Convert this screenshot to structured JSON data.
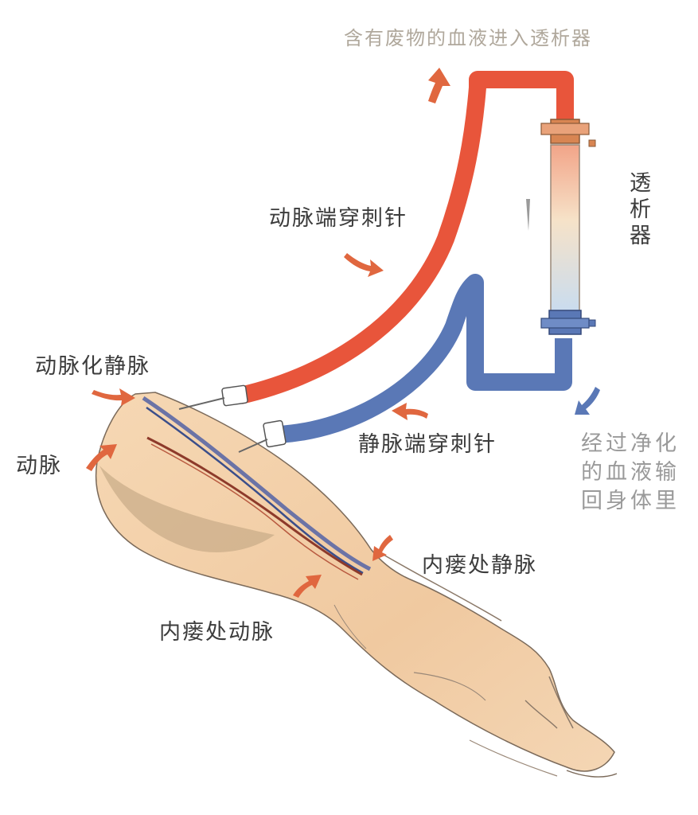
{
  "labels": {
    "top_caption": "含有废物的血液进入透析器",
    "dialyzer": "透析器",
    "arterial_needle": "动脉端穿刺针",
    "arterialized_vein": "动脉化静脉",
    "artery": "动脉",
    "venous_needle": "静脉端穿刺针",
    "return_blood": [
      "经过净化",
      "的血液输",
      "回身体里"
    ],
    "fistula_vein": "内瘘处静脉",
    "fistula_artery": "内瘘处动脉"
  },
  "colors": {
    "arterial_tube": "#e8553b",
    "venous_tube": "#5a78b6",
    "skin": "#f3cfa6",
    "pointer_arrow": "#e0673f",
    "return_arrow": "#5a78b6"
  }
}
